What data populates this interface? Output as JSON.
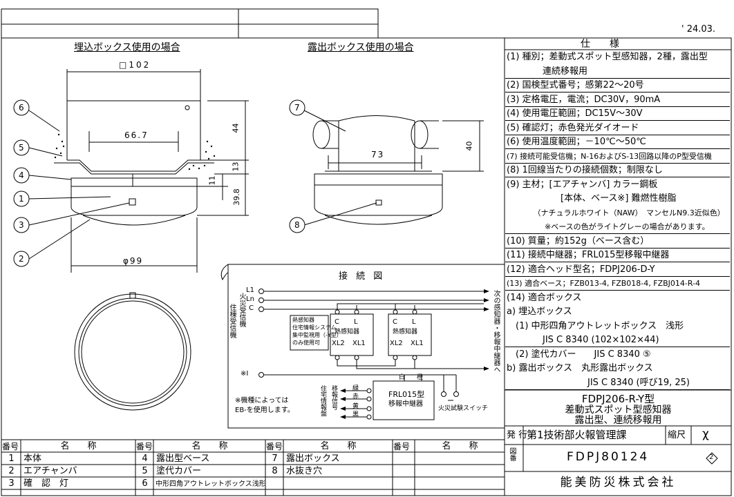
{
  "header": {
    "date": "' 24.03."
  },
  "drawing": {
    "title_flush": "埋込ボックス使用の場合",
    "title_surface": "露出ボックス使用の場合",
    "dim_102": "□102",
    "dim_667": "66.7",
    "dim_44": "44",
    "dim_13": "13",
    "dim_11": "11",
    "dim_398": "39.8",
    "dim_99": "φ99",
    "dim_73": "73",
    "dim_40": "40",
    "callouts": [
      "6",
      "5",
      "4",
      "1",
      "3",
      "2",
      "7",
      "8"
    ]
  },
  "wiring": {
    "title": "接 続 図",
    "L1": "L1",
    "Ln": "Ln",
    "C": "C",
    "receiver_left": "火災受信機",
    "receiver_left2": "住棟受信機",
    "note_box": [
      "熱感知器",
      "住宅情報システム",
      "集中監視用（-Y型）",
      "のみ使用可"
    ],
    "det1": {
      "c": "C",
      "l": "L",
      "name": "熱感知器",
      "xl2": "XL2",
      "xl1": "XL1"
    },
    "det2": {
      "c": "C",
      "l": "L",
      "name": "熱感知器",
      "xl2": "XL2",
      "xl1": "XL1"
    },
    "next": "次の感知器・移報中継器へ",
    "star_i": "※I",
    "white": "白",
    "orange": "橙",
    "green": "緑",
    "red": "赤",
    "yellow": "黄",
    "black": "黒",
    "residence": "住宅情報盤",
    "transfer_signal": "移報信号",
    "relay": "FRL015型",
    "relay2": "移報中継器",
    "switch": "火災試験スイッチ",
    "note1": "※機種によっては",
    "note2": "EB-を使用します。"
  },
  "spec": {
    "title": "仕　　様",
    "rows": [
      "(1) 種別；差動式スポット型感知器，2種，露出型",
      "　　　　連続移報用",
      "(2) 国検型式番号；感第22～20号",
      "(3) 定格電圧，電流；DC30V，90mA",
      "(4) 使用電圧範囲；DC15V～30V",
      "(5) 確認灯；赤色発光ダイオード",
      "(6) 使用温度範囲；－10℃～50℃",
      "(7) 接続可能受信機；N-16およびS-13回路以降のP型受信機",
      "(8) 1回線当たりの接続個数；制限なし",
      "(9) 主材；[エアチャンバ] カラー鋼板",
      "　　　　　　[本体、ベース※] 難燃性樹脂",
      "　　　　（ナチュラルホワイト（NAW）　マンセルN9.3近似色）",
      "　　　　　※ベースの色がライトグレーの場合があります。",
      "(10) 質量；約152g（ベース含む）",
      "(11) 接続中継器；FRL015型移報中継器",
      "(12) 適合ヘッド型名；FDPJ206-D-Y",
      "(13) 適合ベース；FZB013-4, FZB018-4, FZBJ014-R-4",
      "(14) 適合ボックス",
      " a) 埋込ボックス",
      "　(1) 中形四角アウトレットボックス　浅形",
      "　　　　JIS C 8340 (102×102×44)",
      "　(2) 塗代カバー　　JIS C 8340 ⑤",
      " b) 露出ボックス　丸形露出ボックス",
      "　　　　　　　　　JIS C 8340 (呼び19, 25)"
    ]
  },
  "title_block": {
    "model": "FDPJ206-R-Y型",
    "name1": "差動式スポット型感知器",
    "name2": "露出型、連続移報用",
    "issue_label": "発 行",
    "issuer": "第1技術部火報管理課",
    "scale_label": "縮尺",
    "scale_value": "χ",
    "drawing_no_label": "図番",
    "drawing_no": "FDPJ80124",
    "revision": "2",
    "company": "能美防災株式会社"
  },
  "parts": {
    "header_no": "番号",
    "header_name": "名　　称",
    "items": [
      {
        "no": "1",
        "name": "本体"
      },
      {
        "no": "2",
        "name": "エアチャンバ"
      },
      {
        "no": "3",
        "name": "確　認　灯"
      },
      {
        "no": "4",
        "name": "露出型ベース"
      },
      {
        "no": "5",
        "name": "塗代カバー"
      },
      {
        "no": "6",
        "name": "中形四角アウトレットボックス浅形"
      },
      {
        "no": "7",
        "name": "露出ボックス"
      },
      {
        "no": "8",
        "name": "水抜き穴"
      }
    ]
  }
}
